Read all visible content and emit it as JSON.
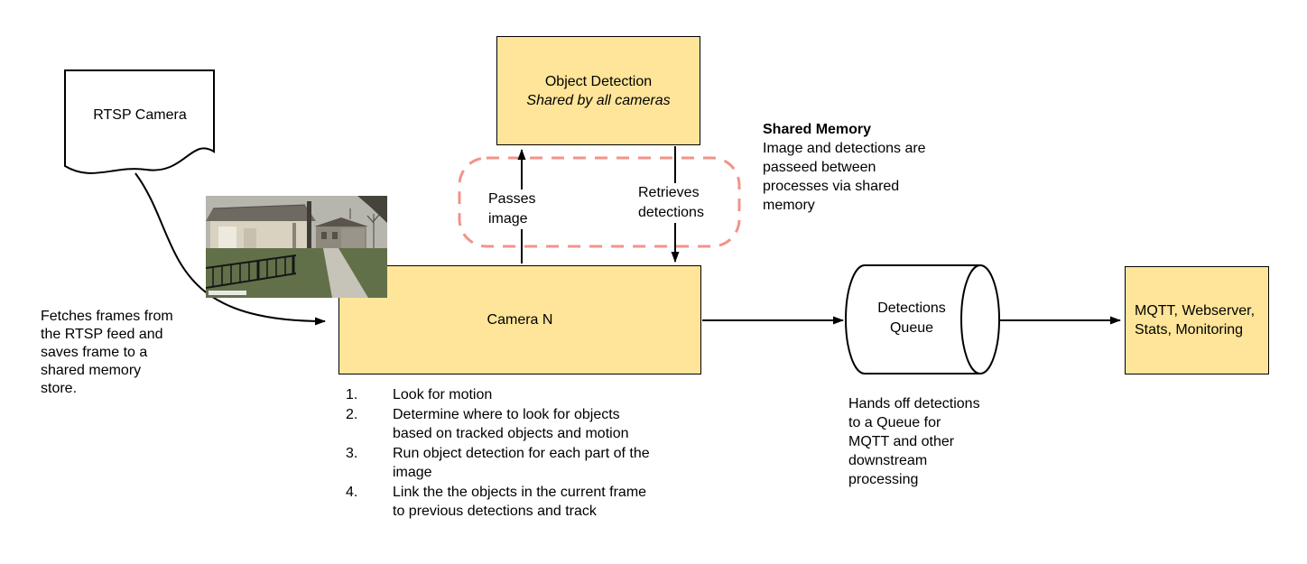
{
  "diagram": {
    "rtsp_camera_label": "RTSP Camera",
    "fetch_note": "Fetches frames from\nthe RTSP feed and\nsaves frame to a\nshared memory\nstore.",
    "object_detection_title": "Object Detection",
    "object_detection_subtitle": "Shared by all cameras",
    "passes_image_label": "Passes\nimage",
    "retrieves_detections_label": "Retrieves\ndetections",
    "shared_memory_title": "Shared Memory",
    "shared_memory_body": "Image and detections are\npasseed between\nprocesses via shared\nmemory",
    "camera_n_label": "Camera N",
    "camera_steps": [
      {
        "num": "1.",
        "text": "Look for motion"
      },
      {
        "num": "2.",
        "text": "Determine where to look for objects\nbased on tracked objects and motion"
      },
      {
        "num": "3.",
        "text": "Run object detection for each part of the\nimage"
      },
      {
        "num": "4.",
        "text": "Link the the objects in the current frame\nto previous detections and track"
      }
    ],
    "detections_queue_label": "Detections\nQueue",
    "queue_note": "Hands off detections\nto a Queue for\nMQTT and other\ndownstream\nprocessing",
    "mqtt_label": "MQTT, Webserver,\nStats, Monitoring",
    "colors": {
      "box_fill": "#ffe599",
      "box_border": "#000000",
      "shared_memory_dashed_stroke": "#f1948a",
      "arrow_color": "#000000"
    }
  }
}
